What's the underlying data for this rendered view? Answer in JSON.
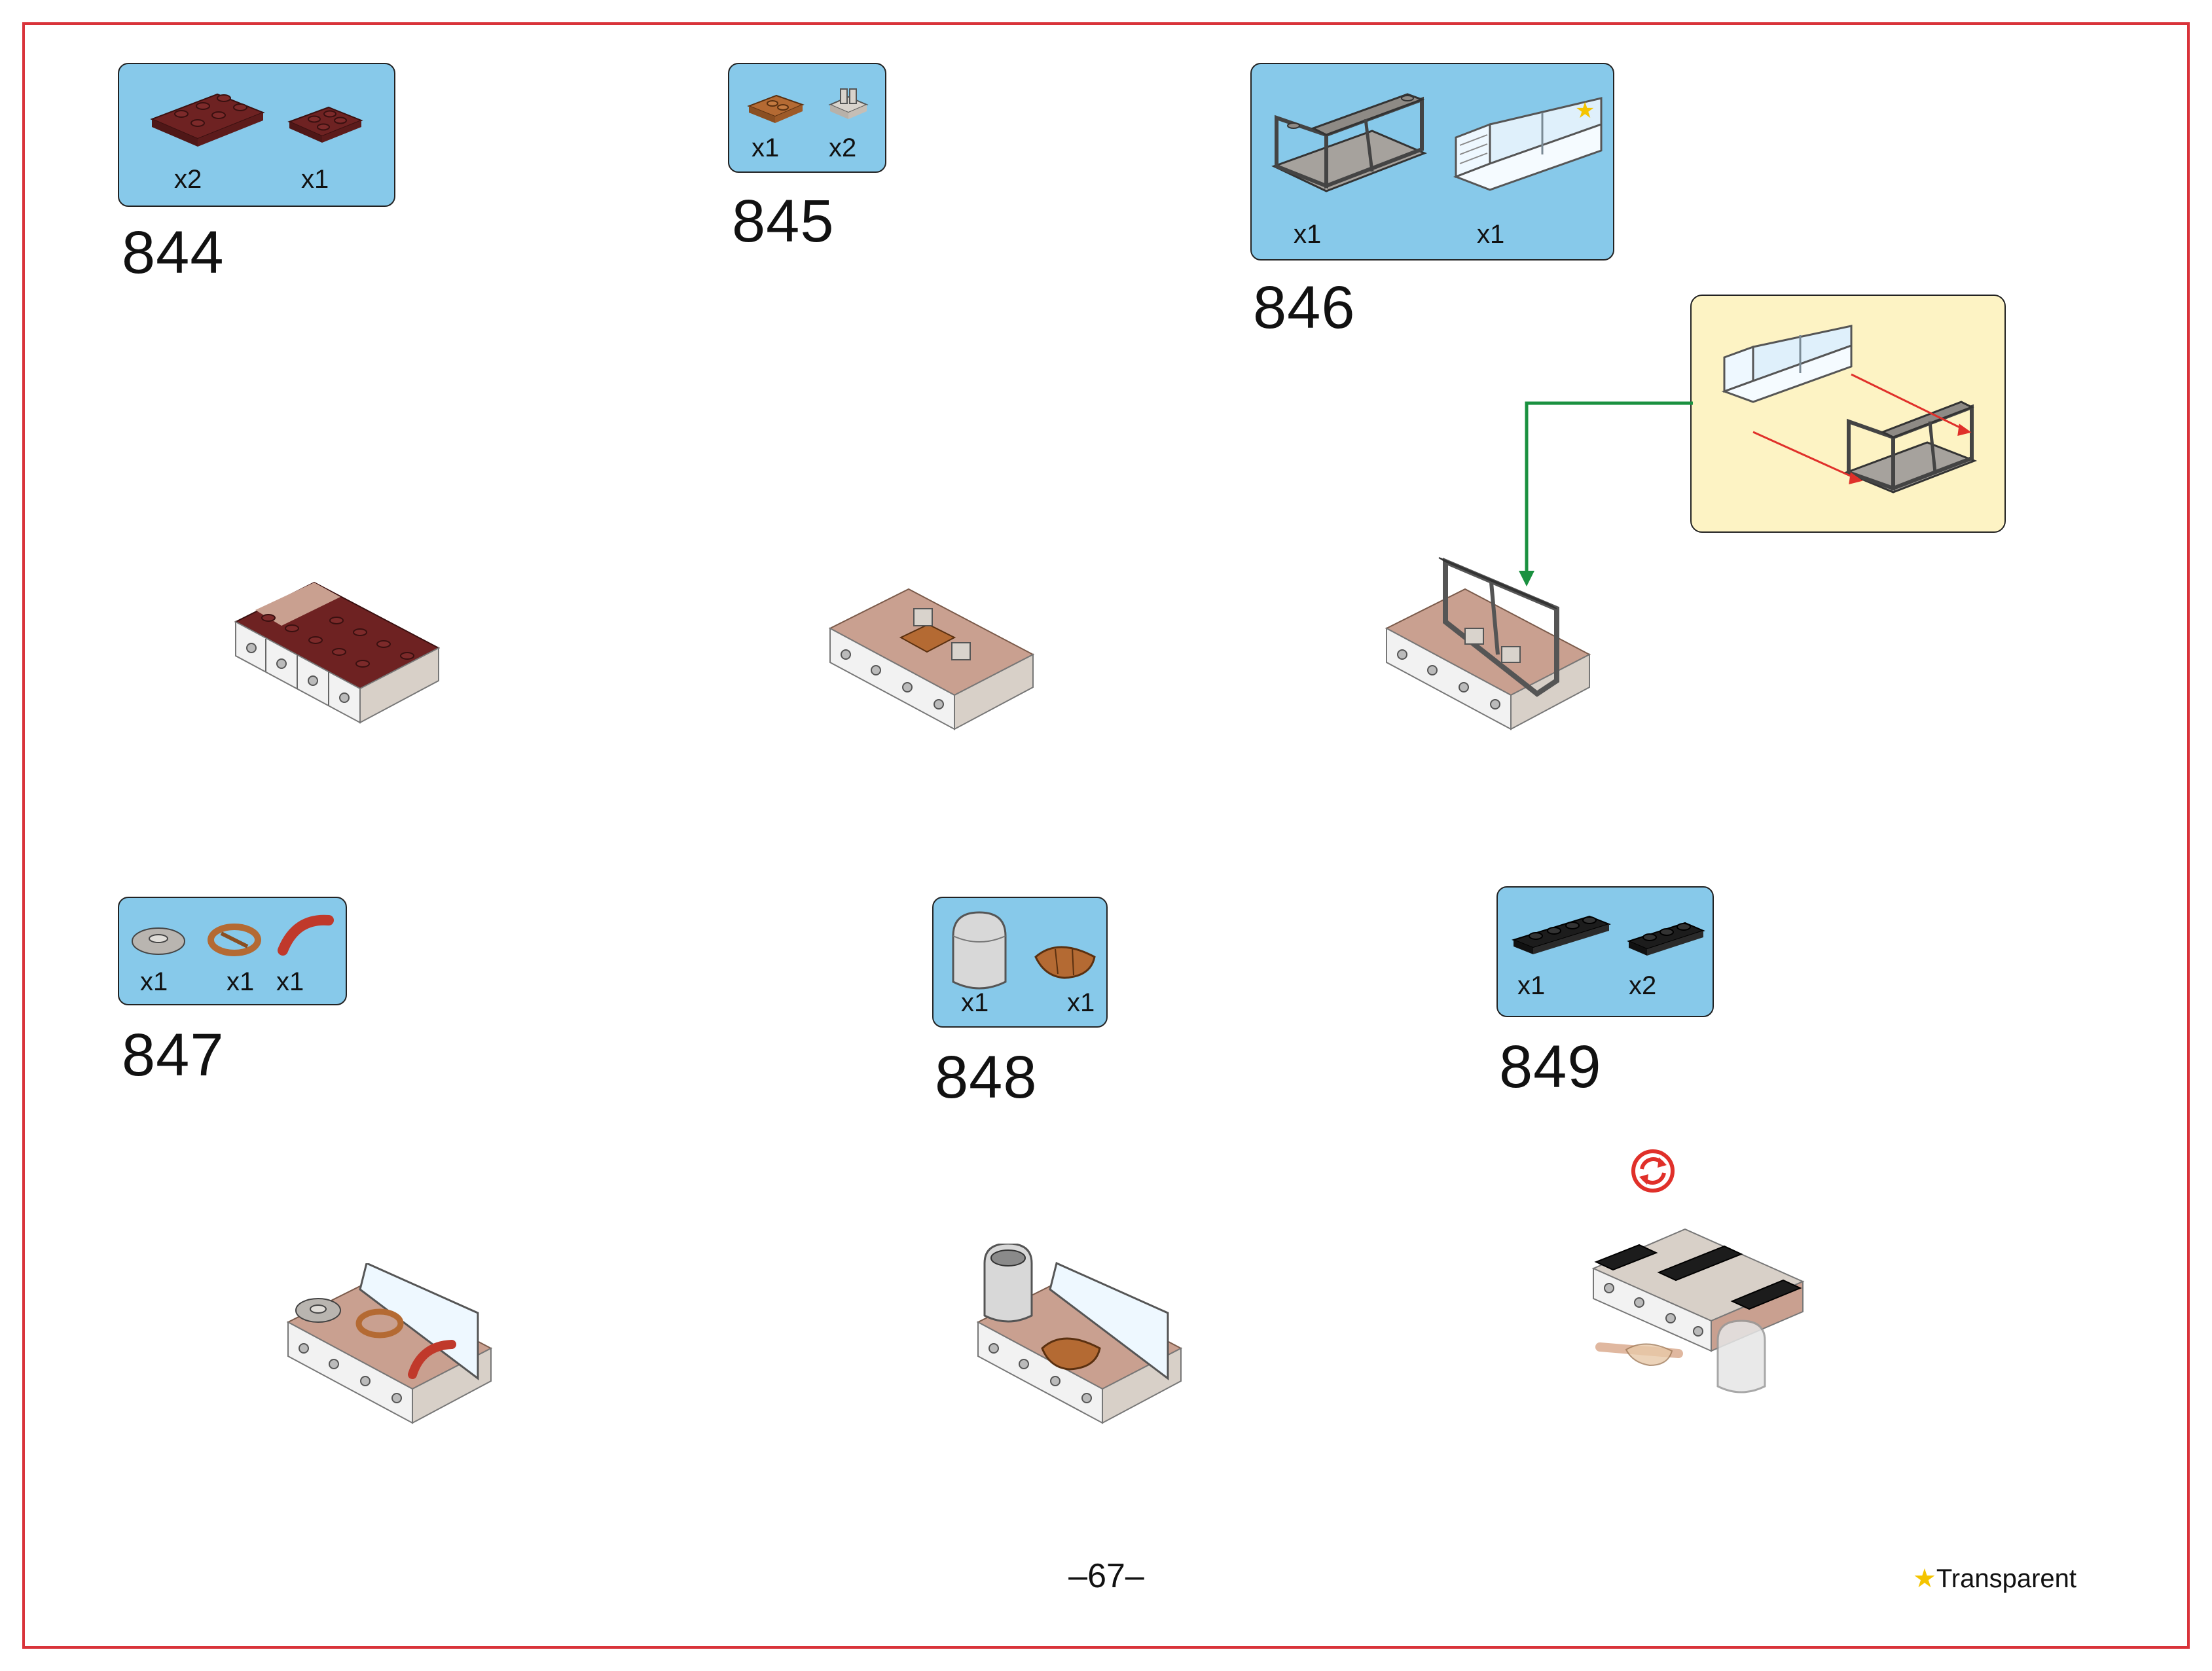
{
  "page": {
    "number": "–67–"
  },
  "legend": {
    "star": "★",
    "text": "Transparent"
  },
  "steps": [
    {
      "number": "844",
      "parts": [
        {
          "icon": "dark-red-plate-2x3-icon",
          "qty": "x2"
        },
        {
          "icon": "dark-red-plate-2x2-icon",
          "qty": "x1"
        }
      ]
    },
    {
      "number": "845",
      "parts": [
        {
          "icon": "brown-plate-1x2-icon",
          "qty": "x1"
        },
        {
          "icon": "clip-plate-icon",
          "qty": "x2"
        }
      ]
    },
    {
      "number": "846",
      "parts": [
        {
          "icon": "gray-windscreen-frame-icon",
          "qty": "x1"
        },
        {
          "icon": "transparent-windscreen-icon",
          "qty": "x1"
        }
      ]
    },
    {
      "number": "847",
      "parts": [
        {
          "icon": "gray-round-tile-icon",
          "qty": "x1"
        },
        {
          "icon": "pretzel-icon",
          "qty": "x1"
        },
        {
          "icon": "sausage-icon",
          "qty": "x1"
        }
      ]
    },
    {
      "number": "848",
      "parts": [
        {
          "icon": "transparent-round-brick-icon",
          "qty": "x1"
        },
        {
          "icon": "croissant-icon",
          "qty": "x1"
        }
      ]
    },
    {
      "number": "849",
      "parts": [
        {
          "icon": "black-plate-1x4-icon",
          "qty": "x1"
        },
        {
          "icon": "black-plate-1x3-icon",
          "qty": "x2"
        }
      ]
    }
  ],
  "colors": {
    "frame": "#d9333a",
    "parts_bg": "#87c9ea",
    "callout_bg": "#fdf3c4",
    "arrow": "#1a9140",
    "dark_red": "#6e2222",
    "tan_brick": "#c9a090",
    "white_brick": "#f2f2f2",
    "gray_frame": "#8a8a8a"
  }
}
